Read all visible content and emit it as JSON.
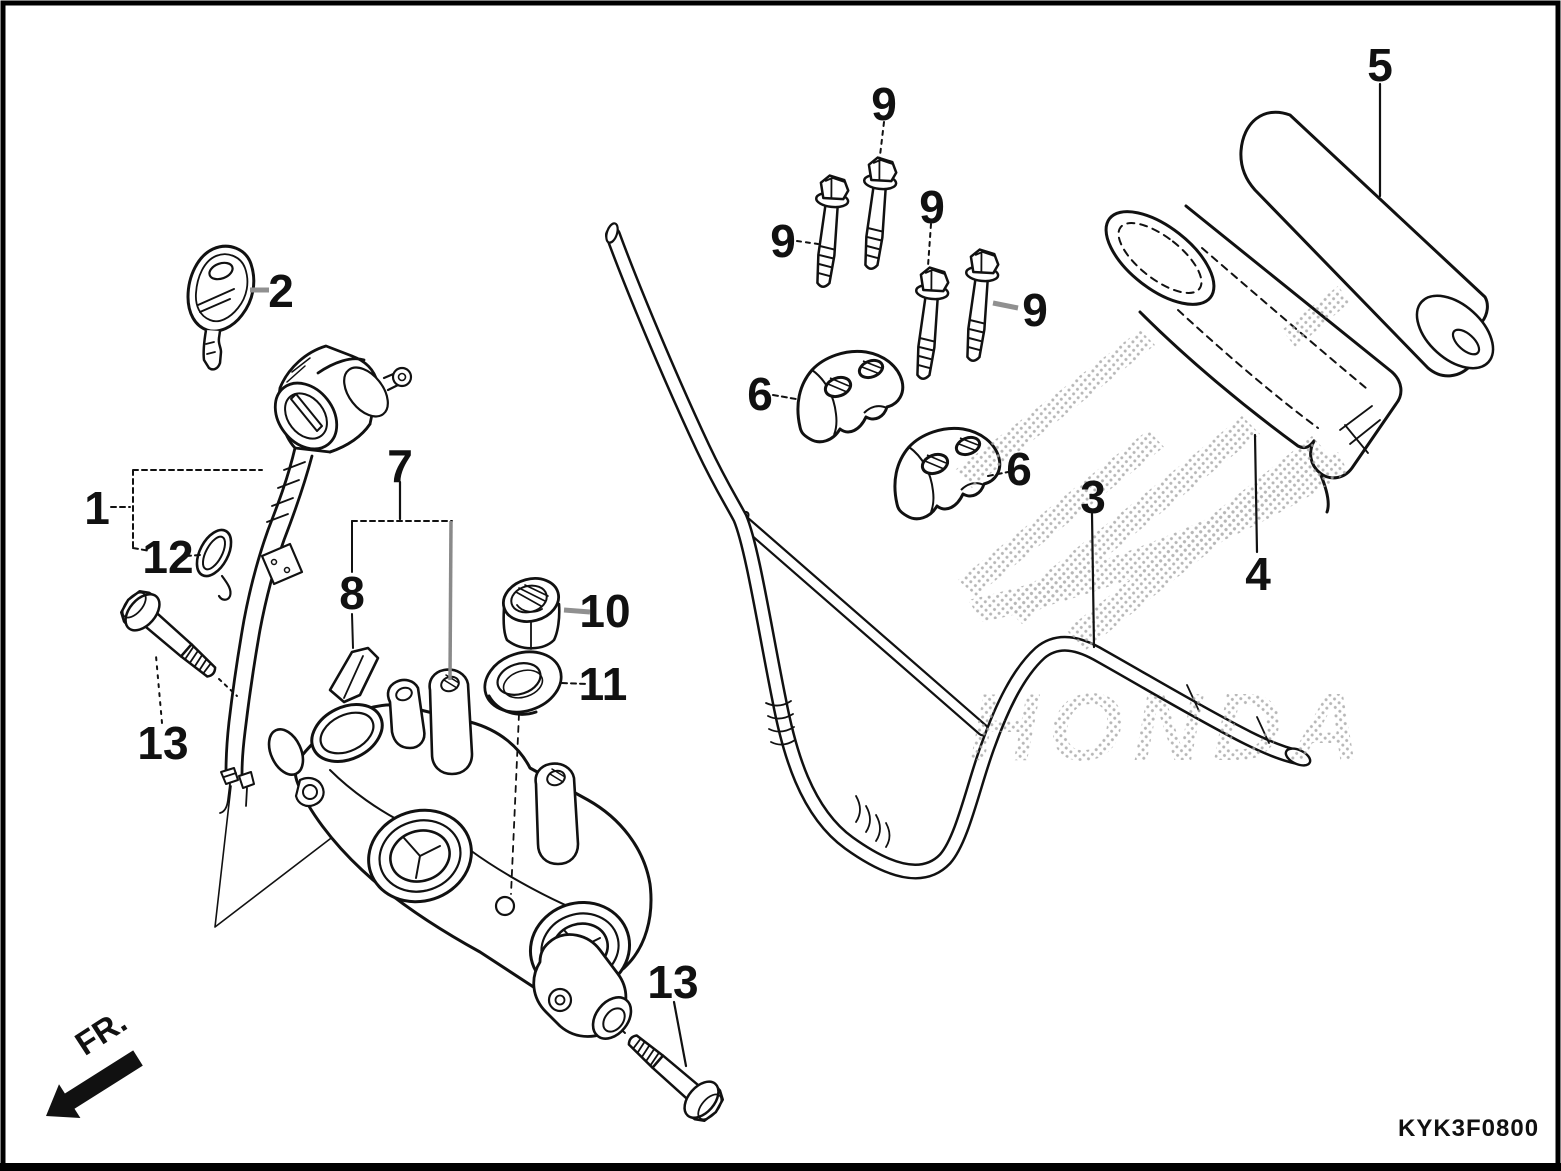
{
  "drawing": {
    "code": "KYK3F0800",
    "front_label": "FR.",
    "watermark_text": "HONDA"
  },
  "callouts": {
    "c1": "1",
    "c2": "2",
    "c3": "3",
    "c4": "4",
    "c5": "5",
    "c6a": "6",
    "c6b": "6",
    "c7": "7",
    "c8": "8",
    "c9a": "9",
    "c9b": "9",
    "c9c": "9",
    "c9d": "9",
    "c10": "10",
    "c11": "11",
    "c12": "12",
    "c13a": "13",
    "c13b": "13"
  }
}
